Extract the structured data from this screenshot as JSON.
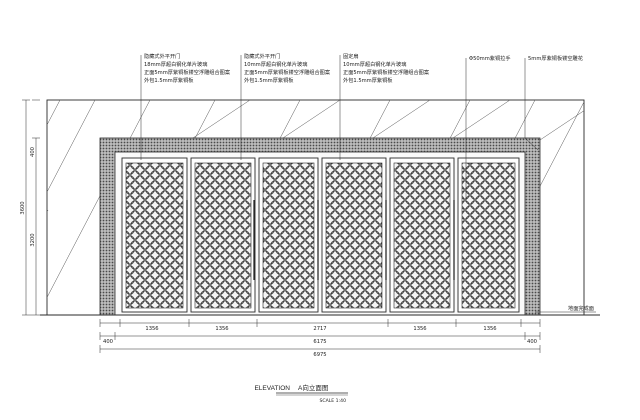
{
  "drawing": {
    "title_en": "ELEVATION",
    "title_cn": "A向立面图",
    "scale": "SCALE 1:40"
  },
  "callouts": [
    {
      "lines": [
        "隐藏式外平开门",
        "18mm厚超白钢化单片玻璃",
        "正面5mm厚紫铜板镂空浮雕组合图案",
        "外包1.5mm厚紫铜板"
      ]
    },
    {
      "lines": [
        "隐藏式外平开门",
        "10mm厚超白钢化单片玻璃",
        "正面5mm厚紫铜板镂空浮雕组合图案",
        "外包1.5mm厚紫铜板"
      ]
    },
    {
      "lines": [
        "固定扇",
        "10mm厚超白钢化单片玻璃",
        "正面5mm厚紫铜板镂空浮雕组合图案",
        "外包1.5mm厚紫铜板"
      ]
    },
    {
      "lines": [
        "Φ50mm紫铜拉手"
      ]
    },
    {
      "lines": [
        "5mm厚紫铜板镂空雕花"
      ]
    }
  ],
  "floor_label": "地面完成面",
  "dims_bottom_row1": [
    "1356",
    "1356",
    "2717",
    "1356",
    "1356"
  ],
  "dims_bottom_row2": [
    "400",
    "6175",
    "400"
  ],
  "dims_bottom_total": "6975",
  "dims_left": [
    "400",
    "3600",
    "3200"
  ],
  "colors": {
    "line": "#2a2a2a",
    "pattern": "#3a3a3a",
    "band": "#555555"
  }
}
